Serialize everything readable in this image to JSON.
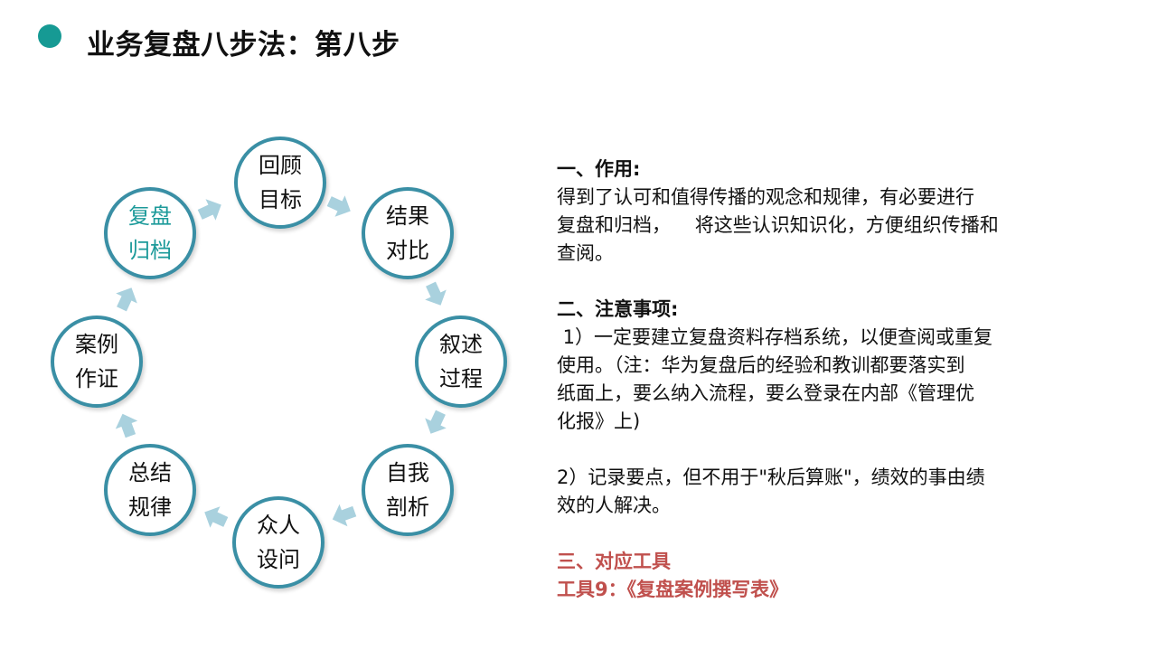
{
  "header": {
    "title": "业务复盘八步法：第八步",
    "bullet_color": "#169a94"
  },
  "cycle": {
    "ring_color": "#3a8fa5",
    "arrow_color": "#a9d1de",
    "active_text_color": "#1c9a9a",
    "steps": [
      {
        "line1": "回顾",
        "line2": "目标",
        "active": false
      },
      {
        "line1": "结果",
        "line2": "对比",
        "active": false
      },
      {
        "line1": "叙述",
        "line2": "过程",
        "active": false
      },
      {
        "line1": "自我",
        "line2": "剖析",
        "active": false
      },
      {
        "line1": "众人",
        "line2": "设问",
        "active": false
      },
      {
        "line1": "总结",
        "line2": "规律",
        "active": false
      },
      {
        "line1": "案例",
        "line2": "作证",
        "active": false
      },
      {
        "line1": "复盘",
        "line2": "归档",
        "active": true
      }
    ]
  },
  "content": {
    "section1": {
      "heading": "一、作用:",
      "line1": "得到了认可和值得传播的观念和规律，有必要进行",
      "line2": "复盘和归档，    将这些认识知识化，方便组织传播和",
      "line3": "查阅。"
    },
    "section2": {
      "heading": "二、注意事项:",
      "item1_line1": " 1）一定要建立复盘资料存档系统，以便查阅或重复",
      "item1_line2": "使用。（注：华为复盘后的经验和教训都要落实到",
      "item1_line3": "纸面上，要么纳入流程，要么登录在内部《管理优",
      "item1_line4": "化报》上)",
      "item2_line1": "2）记录要点，但不用于\"秋后算账\"，绩效的事由绩",
      "item2_line2": "效的人解决。"
    },
    "section3": {
      "heading": "三、对应工具",
      "tool": "工具9：《复盘案例撰写表》",
      "color": "#c0504d"
    }
  }
}
